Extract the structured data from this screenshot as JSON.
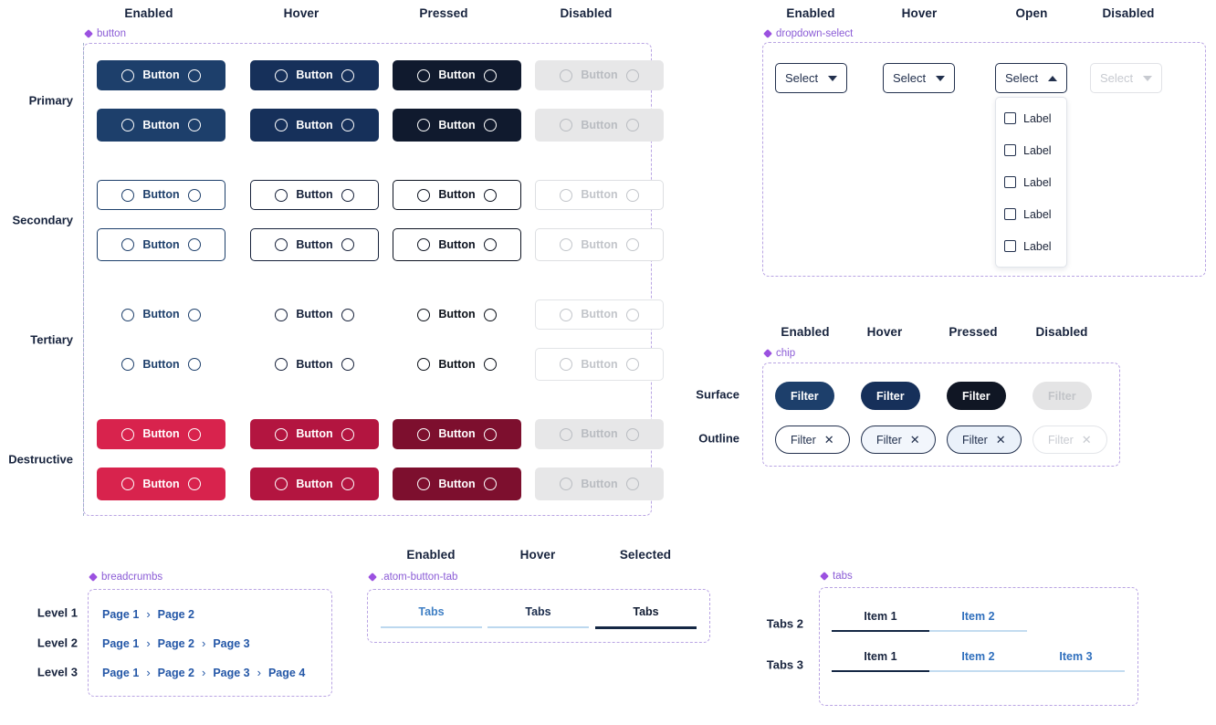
{
  "meta": {
    "colors": {
      "navy": "#1d3f6b",
      "navy_hover": "#16305a",
      "navy_pressed": "#101a2e",
      "disabled_bg": "#e7e7e8",
      "disabled_text": "#b9bcc1",
      "destructive": "#d8234d",
      "destructive_hover": "#b31540",
      "destructive_pressed": "#7d0f2e",
      "link_blue": "#2457a7",
      "badge_purple": "#9b51e0",
      "frame_dash": "#b9a4e3"
    }
  },
  "button_section": {
    "badge": "button",
    "column_headers": [
      "Enabled",
      "Hover",
      "Pressed",
      "Disabled"
    ],
    "row_labels": [
      "Primary",
      "Secondary",
      "Tertiary",
      "Destructive"
    ],
    "button_label": "Button"
  },
  "dropdown_section": {
    "badge": "dropdown-select",
    "column_headers": [
      "Enabled",
      "Hover",
      "Open",
      "Disabled"
    ],
    "select_label": "Select",
    "menu_items": [
      "Label",
      "Label",
      "Label",
      "Label",
      "Label"
    ]
  },
  "chip_section": {
    "badge": "chip",
    "column_headers": [
      "Enabled",
      "Hover",
      "Pressed",
      "Disabled"
    ],
    "row_labels": [
      "Surface",
      "Outline"
    ],
    "chip_label": "Filter",
    "close_icon": "✕"
  },
  "breadcrumb_section": {
    "badge": "breadcrumbs",
    "row_labels": [
      "Level 1",
      "Level 2",
      "Level 3"
    ],
    "separator": "›",
    "levels": [
      [
        "Page 1",
        "Page 2"
      ],
      [
        "Page 1",
        "Page 2",
        "Page 3"
      ],
      [
        "Page 1",
        "Page 2",
        "Page 3",
        "Page 4"
      ]
    ]
  },
  "button_tab_section": {
    "badge": ".atom-button-tab",
    "column_headers": [
      "Enabled",
      "Hover",
      "Selected"
    ],
    "tab_label": "Tabs"
  },
  "tabs_section": {
    "badge": "tabs",
    "row_labels": [
      "Tabs 2",
      "Tabs 3"
    ],
    "tabs2": [
      "Item 1",
      "Item 2"
    ],
    "tabs3": [
      "Item 1",
      "Item 2",
      "Item 3"
    ]
  }
}
